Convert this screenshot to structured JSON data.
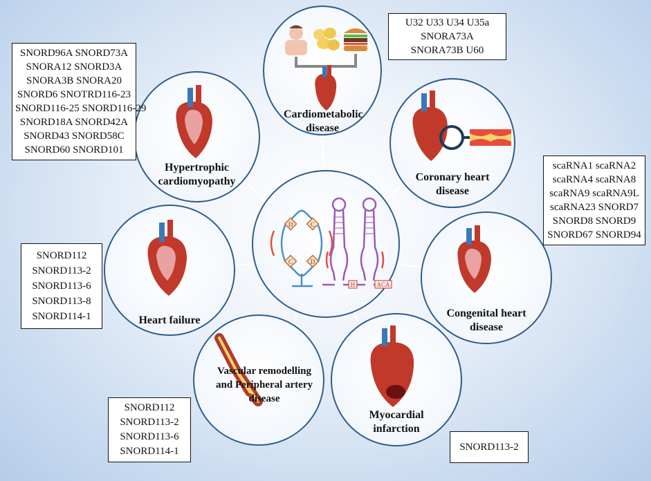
{
  "center_labels": {
    "d": "D",
    "c": "C",
    "h": "H",
    "aca": "ACA"
  },
  "diseases": {
    "cardiometabolic": "Cardiometabolic disease",
    "coronary": "Coronary heart disease",
    "congenital": "Congenital heart disease",
    "myocardial": "Myocardial infarction",
    "vascular": "Vascular remodelling and Peripheral artery disease",
    "heart_failure": "Heart failure",
    "hypertrophic": "Hypertrophic cardiomyopathy"
  },
  "boxes": {
    "cardiometabolic": [
      "U32  U33  U34  U35a",
      "SNORA73A",
      "SNORA73B  U60"
    ],
    "hypertrophic": [
      "SNORD96A  SNORD73A",
      "SNORA12   SNORD3A",
      "SNORA3B SNORA20",
      "SNORD6  SNOTRD116-23",
      "SNORD116-25  SNORD116-29",
      "SNORD18A  SNORD42A",
      "SNORD43   SNORD58C",
      "SNORD60  SNORD101"
    ],
    "coronary_congenital": [
      "scaRNA1 scaRNA2",
      "scaRNA4 scaRNA8",
      "scaRNA9 scaRNA9L",
      "scaRNA23 SNORD7",
      "SNORD8 SNORD9",
      "SNORD67  SNORD94"
    ],
    "heart_failure": [
      "SNORD112",
      "SNORD113-2",
      "SNORD113-6",
      "SNORD113-8",
      "SNORD114-1"
    ],
    "vascular": [
      "SNORD112",
      "SNORD113-2",
      "SNORD113-6",
      "SNORD114-1"
    ],
    "myocardial": [
      "SNORD113-2"
    ]
  },
  "colors": {
    "circle_border": "#2f5d8a",
    "heart_red": "#c0392b",
    "vessel_blue": "#3b78b8",
    "rna_blue": "#4a8fc7",
    "rna_purple": "#9b59b6"
  }
}
